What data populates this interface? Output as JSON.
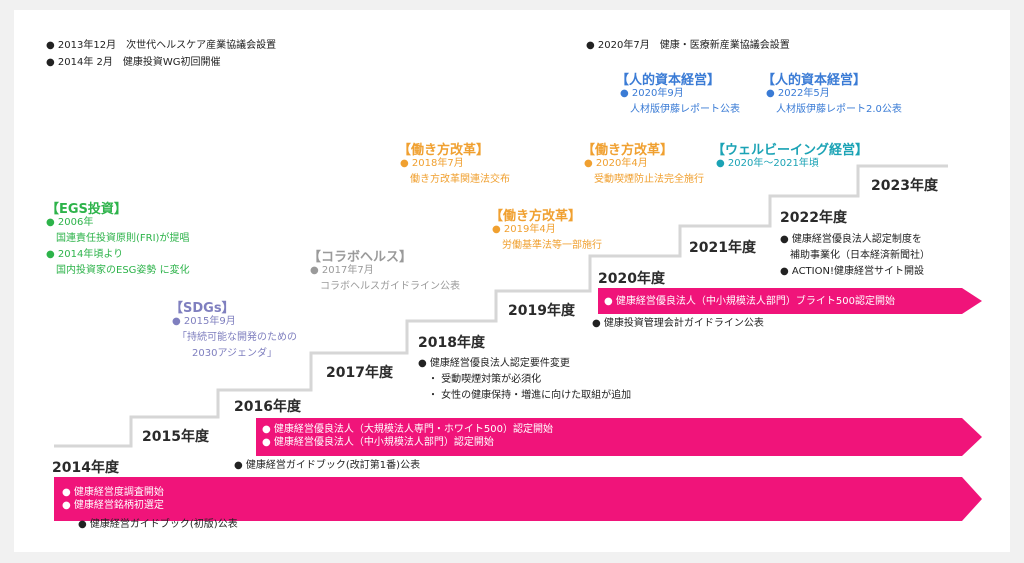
{
  "colors": {
    "green": "#2db34a",
    "lavender": "#7f7fbf",
    "gray": "#9a9a9a",
    "orange": "#f0a030",
    "blue": "#3a7bd5",
    "teal": "#1ba3b5",
    "magenta": "#f0147a",
    "step": "#d8d8d8"
  },
  "top_left": [
    "● 2013年12月　次世代ヘルスケア産業協議会設置",
    "● 2014年 2月　健康投資WG初回開催"
  ],
  "top_right": "● 2020年7月　健康・医療新産業協議会設置",
  "categories": {
    "esg": {
      "title": "【EGS投資】",
      "lines": [
        "● 2006年",
        "　国連責任投資原則(FRI)が提唱",
        "● 2014年頃より",
        "　国内投資家のESG姿勢 に変化"
      ]
    },
    "sdgs": {
      "title": "【SDGs】",
      "lines": [
        "● 2015年9月",
        "　「持続可能な開発のための",
        "　　2030アジェンダ」"
      ]
    },
    "collab": {
      "title": "【コラボヘルス】",
      "lines": [
        "● 2017年7月",
        "　コラボヘルスガイドライン公表"
      ]
    },
    "work1": {
      "title": "【働き方改革】",
      "lines": [
        "● 2018年7月",
        "　働き方改革関連法交布"
      ]
    },
    "work2": {
      "title": "【働き方改革】",
      "lines": [
        "● 2019年4月",
        "　労働基準法等一部施行"
      ]
    },
    "work3": {
      "title": "【働き方改革】",
      "lines": [
        "● 2020年4月",
        "　受動喫煙防止法完全施行"
      ]
    },
    "hc1": {
      "title": "【人的資本経営】",
      "lines": [
        "● 2020年9月",
        "　人材版伊藤レポート公表"
      ]
    },
    "hc2": {
      "title": "【人的資本経営】",
      "lines": [
        "● 2022年5月",
        "　人材版伊藤レポート2.0公表"
      ]
    },
    "wb": {
      "title": "【ウェルビーイング経営】",
      "lines": [
        "● 2020年～2021年頃"
      ]
    }
  },
  "years": [
    "2014年度",
    "2015年度",
    "2016年度",
    "2017年度",
    "2018年度",
    "2019年度",
    "2020年度",
    "2021年度",
    "2022年度",
    "2023年度"
  ],
  "arrows": {
    "a2014": [
      "● 健康経営度調査開始",
      "● 健康経営銘柄初選定"
    ],
    "a2016": [
      "● 健康経営優良法人（大規模法人専門・ホワイト500）認定開始",
      "● 健康経営優良法人（中小規模法人部門）認定開始"
    ],
    "a2020": [
      "● 健康経営優良法人（中小規模法人部門）ブライト500認定開始"
    ]
  },
  "notes": {
    "n2014": "● 健康経営ガイドブック(初版)公表",
    "n2016": "● 健康経営ガイドブック(改訂第1番)公表",
    "n2018": [
      "● 健康経営優良法人認定要件変更",
      "・ 受動喫煙対策が必須化",
      "・ 女性の健康保持・増進に向けた取組が追加"
    ],
    "n2020": "● 健康投資管理会計ガイドライン公表",
    "n2022": [
      "● 健康経営優良法人認定制度を",
      "　補助事業化（日本経済新聞社）",
      "● ACTION!健康経営サイト開設"
    ]
  }
}
